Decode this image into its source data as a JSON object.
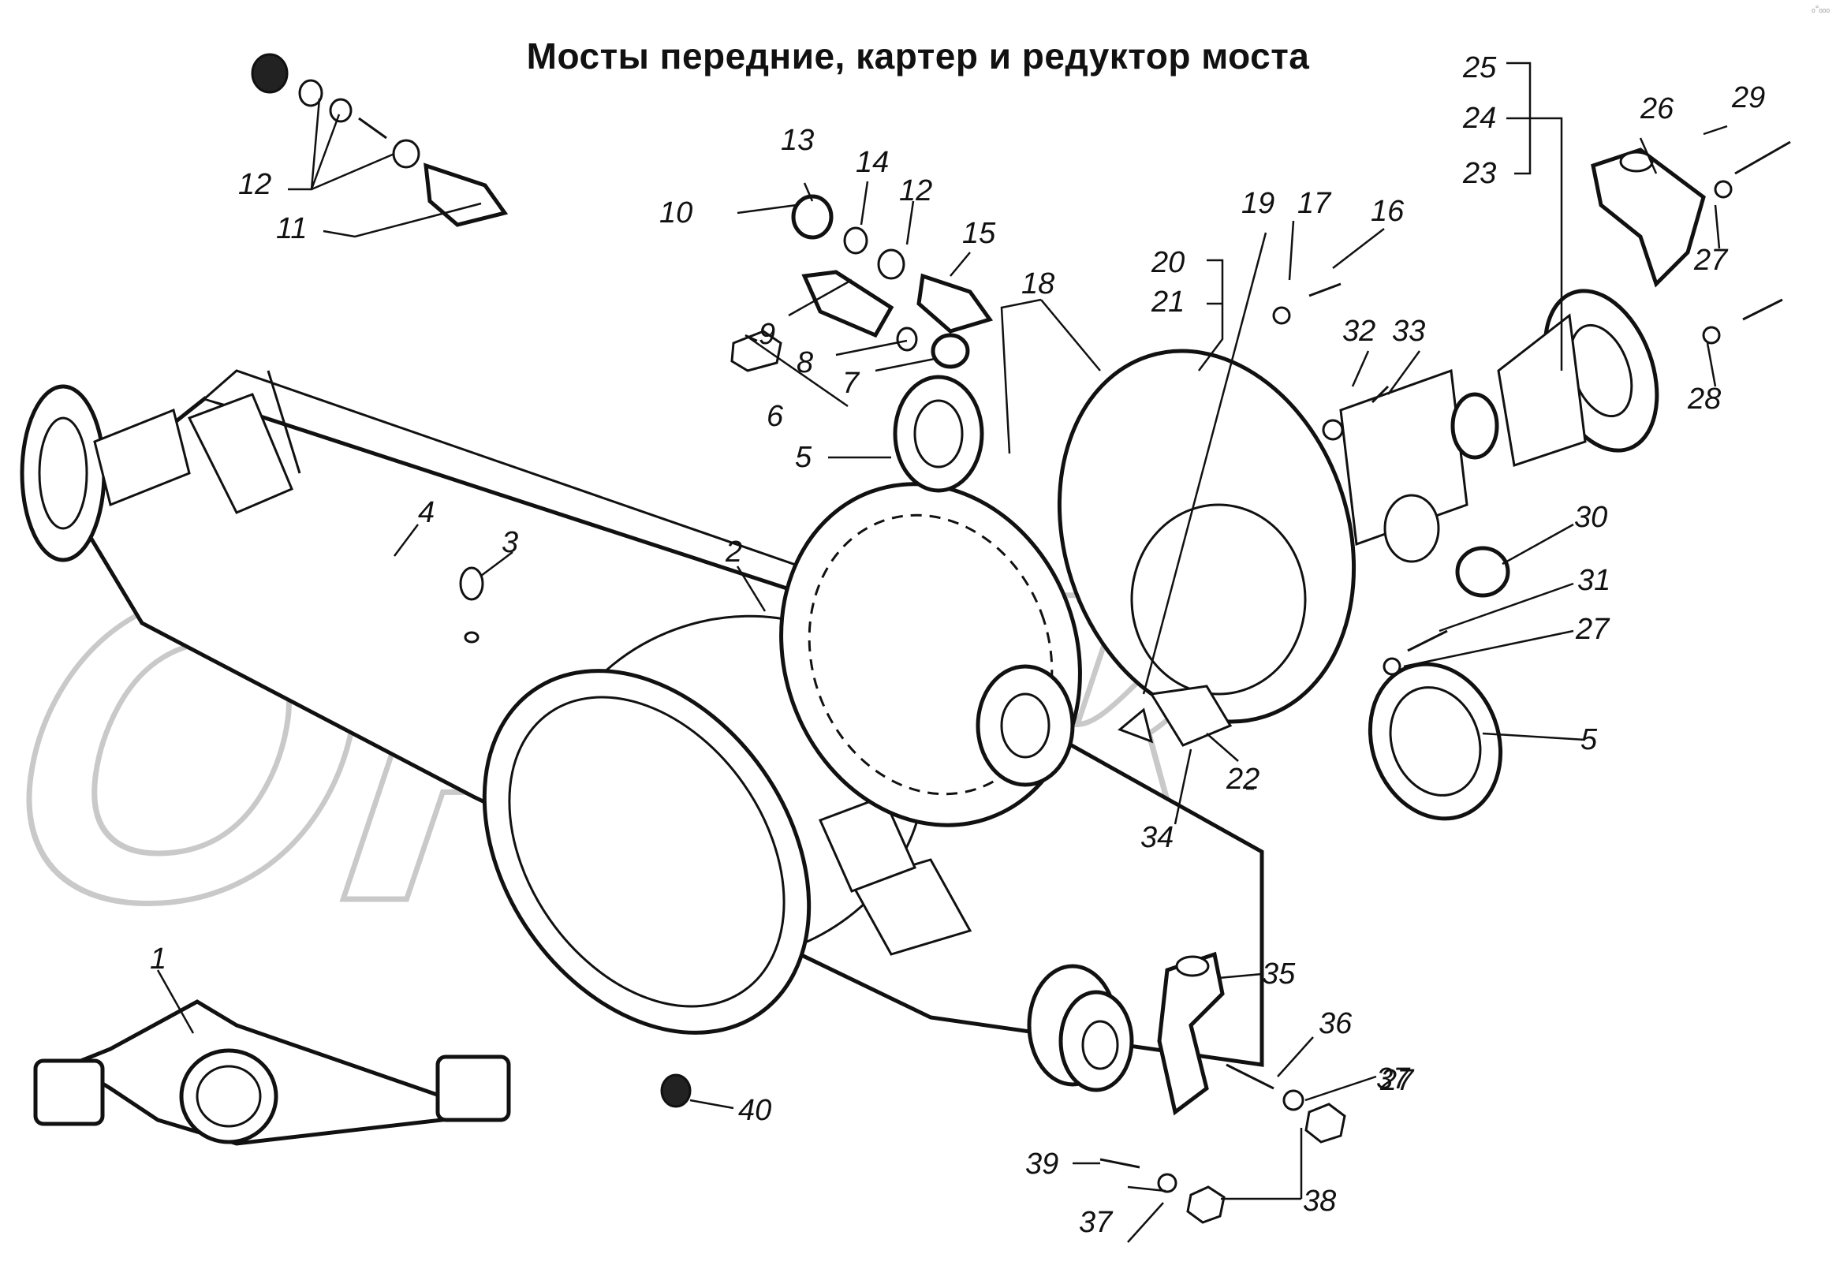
{
  "title": "Мосты передние, картер и редуктор моста",
  "corner_mark": "ₒ°ₒₒₒ",
  "watermark": "ОРИК",
  "labels": [
    "1",
    "2",
    "3",
    "4",
    "5",
    "5",
    "6",
    "7",
    "8",
    "9",
    "10",
    "11",
    "12",
    "12",
    "13",
    "14",
    "15",
    "16",
    "17",
    "18",
    "19",
    "20",
    "21",
    "22",
    "23",
    "24",
    "25",
    "26",
    "27",
    "27",
    "27",
    "28",
    "29",
    "30",
    "31",
    "32",
    "33",
    "34",
    "35",
    "36",
    "37",
    "37",
    "38",
    "39",
    "40"
  ]
}
